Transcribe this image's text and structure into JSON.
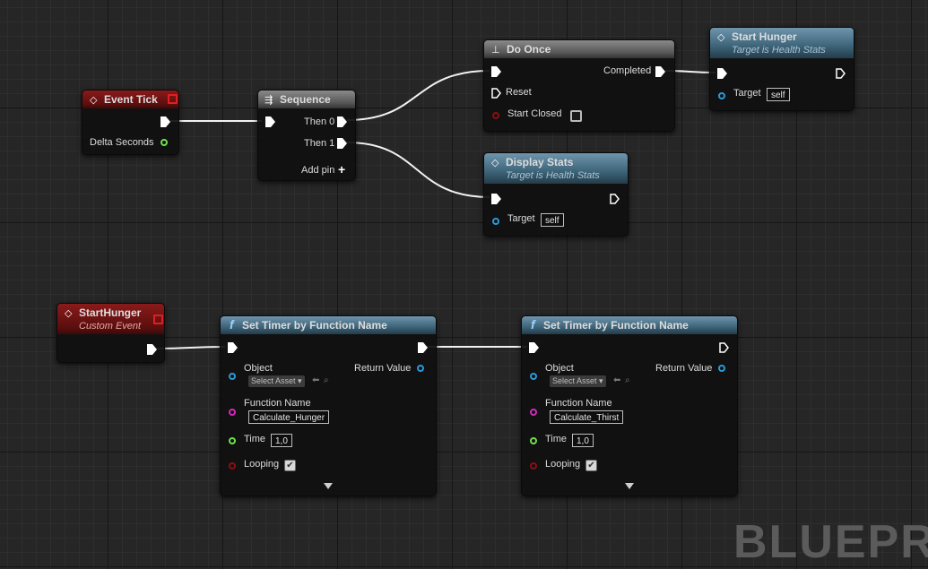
{
  "watermark": "BLUEPRI",
  "nodes": {
    "event_tick": {
      "title": "Event Tick",
      "pin_delta": "Delta Seconds"
    },
    "sequence": {
      "title": "Sequence",
      "pin_then0": "Then 0",
      "pin_then1": "Then 1",
      "add_pin": "Add pin"
    },
    "do_once": {
      "title": "Do Once",
      "pin_completed": "Completed",
      "pin_reset": "Reset",
      "pin_start_closed": "Start Closed"
    },
    "start_hunger_call": {
      "title": "Start Hunger",
      "subtitle": "Target is Health Stats",
      "pin_target": "Target",
      "target_value": "self"
    },
    "display_stats": {
      "title": "Display Stats",
      "subtitle": "Target is Health Stats",
      "pin_target": "Target",
      "target_value": "self"
    },
    "start_hunger_event": {
      "title": "StartHunger",
      "subtitle": "Custom Event"
    },
    "set_timer_1": {
      "title": "Set Timer by Function Name",
      "pin_object": "Object",
      "select_asset": "Select Asset",
      "pin_return": "Return Value",
      "pin_function": "Function Name",
      "function_value": "Calculate_Hunger",
      "pin_time": "Time",
      "time_value": "1,0",
      "pin_looping": "Looping",
      "looping_checked": true
    },
    "set_timer_2": {
      "title": "Set Timer by Function Name",
      "pin_object": "Object",
      "select_asset": "Select Asset",
      "pin_return": "Return Value",
      "pin_function": "Function Name",
      "function_value": "Calculate_Thirst",
      "pin_time": "Time",
      "time_value": "1,0",
      "pin_looping": "Looping",
      "looping_checked": true
    }
  },
  "colors": {
    "event_header": "#8a1a1a",
    "function_header": "#3d6479",
    "macro_header": "#565656",
    "exec_wire": "#ffffff",
    "float_pin": "#6ee24a",
    "object_pin": "#2b9ad8",
    "name_pin": "#d02ab7",
    "bool_pin": "#8b1010"
  }
}
